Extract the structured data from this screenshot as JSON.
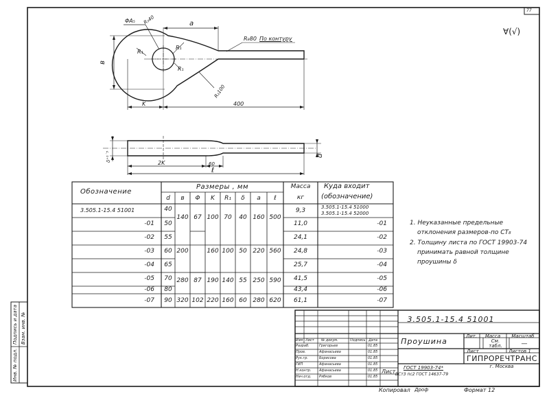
{
  "sheet_number": "77",
  "roughness_symbol": "∀(√)",
  "drawing": {
    "dim_phi": "ΦA₅",
    "dim_r40": "R₂40",
    "dim_a": "a",
    "dim_rb80": "R₈80",
    "contour_note": "По контуру",
    "dim_r1_a": "R₁",
    "dim_r1_b": "R₁",
    "dim_r1_c": "R₁",
    "dim_r2100": "R₂100",
    "dim_b": "в",
    "dim_k": "K",
    "dim_400": "400",
    "dim_tol": "δ⁺¹˙⁵",
    "dim_d": "d",
    "dim_2k": "2K",
    "dim_60": "60",
    "dim_l": "ℓ"
  },
  "table": {
    "header_designation": "Обозначение",
    "header_dims": "Размеры , мм",
    "header_mass": "Масса",
    "header_mass_unit": "кг",
    "header_where": "Куда входит",
    "header_where_sub": "(обозначение)",
    "cols": [
      "d",
      "в",
      "Φ",
      "K",
      "R₁",
      "δ",
      "a",
      "ℓ"
    ],
    "rows": [
      {
        "code": "3.505.1-15.4 51001",
        "d": "40",
        "mass": "9,3",
        "where1": "3.505.1-15.4 51000",
        "where2": "3.505.1-15.4 52000"
      },
      {
        "code": "-01",
        "d": "50",
        "mass": "11,0",
        "where1": "-01",
        "where2": ""
      },
      {
        "code": "-02",
        "d": "55",
        "mass": "24,1",
        "where1": "-02",
        "where2": ""
      },
      {
        "code": "-03",
        "d": "60",
        "mass": "24,8",
        "where1": "-03",
        "where2": ""
      },
      {
        "code": "-04",
        "d": "65",
        "mass": "25,7",
        "where1": "-04",
        "where2": ""
      },
      {
        "code": "-05",
        "d": "70",
        "mass": "41,5",
        "where1": "-05",
        "where2": ""
      },
      {
        "code": "-06",
        "d": "80",
        "mass": "43,4",
        "where1": "-06",
        "where2": ""
      },
      {
        "code": "-07",
        "d": "90",
        "mass": "61,1",
        "where1": "-07",
        "where2": ""
      }
    ],
    "merged": {
      "g1_b": "140",
      "g1_phi": "67",
      "g1_k": "100",
      "g1_r1": "70",
      "g1_s": "40",
      "g1_a": "160",
      "g1_l": "500",
      "g2_b": "200",
      "g2_k": "160",
      "g2_r1": "100",
      "g2_s": "50",
      "g2_a": "220",
      "g2_l": "560",
      "g3_b": "280",
      "g3_phi": "87",
      "g3_k": "190",
      "g3_r1": "140",
      "g3_s": "55",
      "g3_a": "250",
      "g3_l": "590",
      "g4_b": "320",
      "g4_phi": "102",
      "g4_k": "220",
      "g4_r1": "160",
      "g4_s": "60",
      "g4_a": "280",
      "g4_l": "620"
    }
  },
  "notes": {
    "n1_l1": "1. Неуказанные предельные",
    "n1_l2": "отклонения размеров-по СТ₈",
    "n2_l1": "2. Толщину листа по ГОСТ 19903-74",
    "n2_l2": "принимать равной толщине",
    "n2_l3": "проушины δ"
  },
  "side_stamp": {
    "a": "Инв. № подл.",
    "b": "Подпись и дата",
    "c": "Взам. инв. №"
  },
  "title_block": {
    "doc_code": "3.505.1-15.4 51001",
    "name": "Проушина",
    "lit": "Лит.",
    "mass": "Масса",
    "scale": "Масштаб",
    "mass_value_1": "См.",
    "mass_value_2": "табл.",
    "scale_value": "—",
    "sheet": "Лист",
    "sheets": "Листов 1",
    "org": "ГИПРОРЕЧТРАНС",
    "city": "г. Москва",
    "hdr_izm": "Изм",
    "hdr_list": "Лист",
    "hdr_doc": "№ докум.",
    "hdr_sign": "Подпись",
    "hdr_date": "Дата",
    "roles": [
      {
        "role": "Разраб.",
        "person": "Григорьев",
        "date": "01.85"
      },
      {
        "role": "Пров.",
        "person": "Афанасьева",
        "date": "01.85"
      },
      {
        "role": "Рук.гр.",
        "person": "Борисова",
        "date": "01.85"
      },
      {
        "role": "ГИП",
        "person": "Афанасьева",
        "date": "01.85"
      },
      {
        "role": "Н.контр.",
        "person": "Афанасьева",
        "date": "01.85"
      },
      {
        "role": "Нач.отд.",
        "person": "Рябков",
        "date": "01.85"
      }
    ],
    "material_prefix": "Лист",
    "material_top": "ГОСТ 19903-74*",
    "material_bottom": "ВСт3 пс2 ГОСТ 14637-79"
  },
  "footer": {
    "copied": "Копировал",
    "copied_sig": "Дроф",
    "format": "Формат 12"
  }
}
